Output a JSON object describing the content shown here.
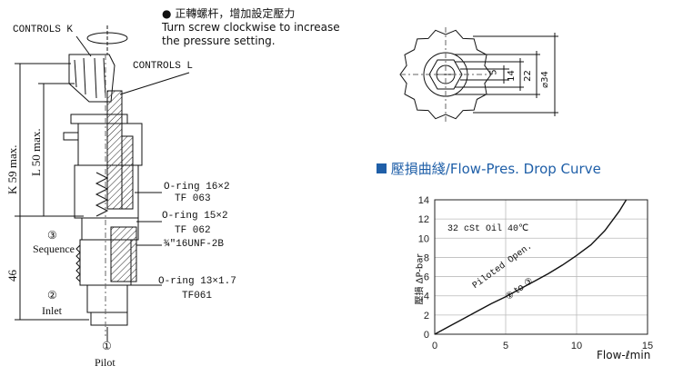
{
  "note": {
    "line1": "正轉螺杆，增加設定壓力",
    "line2": "Turn screw clockwise to increase",
    "line3": "the pressure setting."
  },
  "section": {
    "controls_k": "CONTROLS K",
    "controls_l": "CONTROLS L",
    "k_dim": "K 59 max.",
    "l_dim": "L 50 max.",
    "dim_46": "46",
    "oring1": "O-ring 16×2",
    "tf1": "TF 063",
    "oring2": "O-ring 15×2",
    "tf2": "TF 062",
    "thread": "¾\"16UNF-2B",
    "oring3": "O-ring 13×1.7",
    "tf3": "TF061",
    "port3_num": "③",
    "port3_name": "Sequence",
    "port2_num": "②",
    "port2_name": "Inlet",
    "port1_num": "①",
    "port1_name": "Pilot"
  },
  "end_view": {
    "dims": [
      "5",
      "14",
      "22",
      "⌀34"
    ]
  },
  "chart_title": "壓損曲綫/Flow-Pres. Drop Curve",
  "chart_data": {
    "type": "line",
    "title": "壓損曲綫/Flow-Pres. Drop Curve",
    "xlabel": "Flow-ℓmin",
    "ylabel": "壓損 ΔP-bar",
    "xlim": [
      0,
      15
    ],
    "ylim": [
      0,
      14
    ],
    "x_ticks": [
      "0",
      "5",
      "10",
      "15"
    ],
    "y_ticks": [
      "0",
      "2",
      "4",
      "6",
      "8",
      "10",
      "12",
      "14"
    ],
    "annotation_fluid": "32 cSt Oil 40℃",
    "curve_label1": "Piloted Open.",
    "curve_label2": "② to ③",
    "series": [
      {
        "name": "",
        "x": [
          0,
          1,
          2,
          3,
          4,
          5,
          6,
          7,
          8,
          9,
          10,
          11,
          12,
          13,
          13.5
        ],
        "y": [
          0,
          0.8,
          1.6,
          2.4,
          3.2,
          3.9,
          4.7,
          5.5,
          6.3,
          7.2,
          8.2,
          9.3,
          10.8,
          12.8,
          14
        ]
      }
    ]
  }
}
